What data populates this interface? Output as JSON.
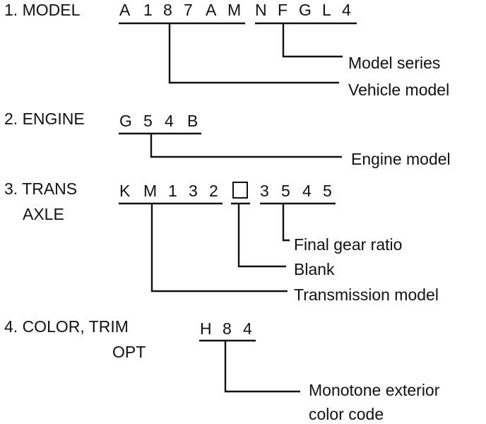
{
  "sections": [
    {
      "label": "1. MODEL",
      "group1": [
        "A",
        "1",
        "8",
        "7",
        "A",
        "M"
      ],
      "group2": [
        "N",
        "F",
        "G",
        "L",
        "4"
      ],
      "callouts": [
        "Model series",
        "Vehicle model"
      ]
    },
    {
      "label": "2. ENGINE",
      "group1": [
        "G",
        "5",
        "4",
        "B"
      ],
      "callouts": [
        "Engine model"
      ]
    },
    {
      "label_line1": "3. TRANS",
      "label_line2": "AXLE",
      "group1": [
        "K",
        "M",
        "1",
        "3",
        "2"
      ],
      "group2": [
        "3",
        "5",
        "4",
        "5"
      ],
      "callouts": [
        "Final gear ratio",
        "Blank",
        "Transmission model"
      ]
    },
    {
      "label_line1": "4. COLOR, TRIM",
      "label_line2": "OPT",
      "group1": [
        "H",
        "8",
        "4"
      ],
      "callouts_line1": "Monotone exterior",
      "callouts_line2": "color code"
    }
  ]
}
